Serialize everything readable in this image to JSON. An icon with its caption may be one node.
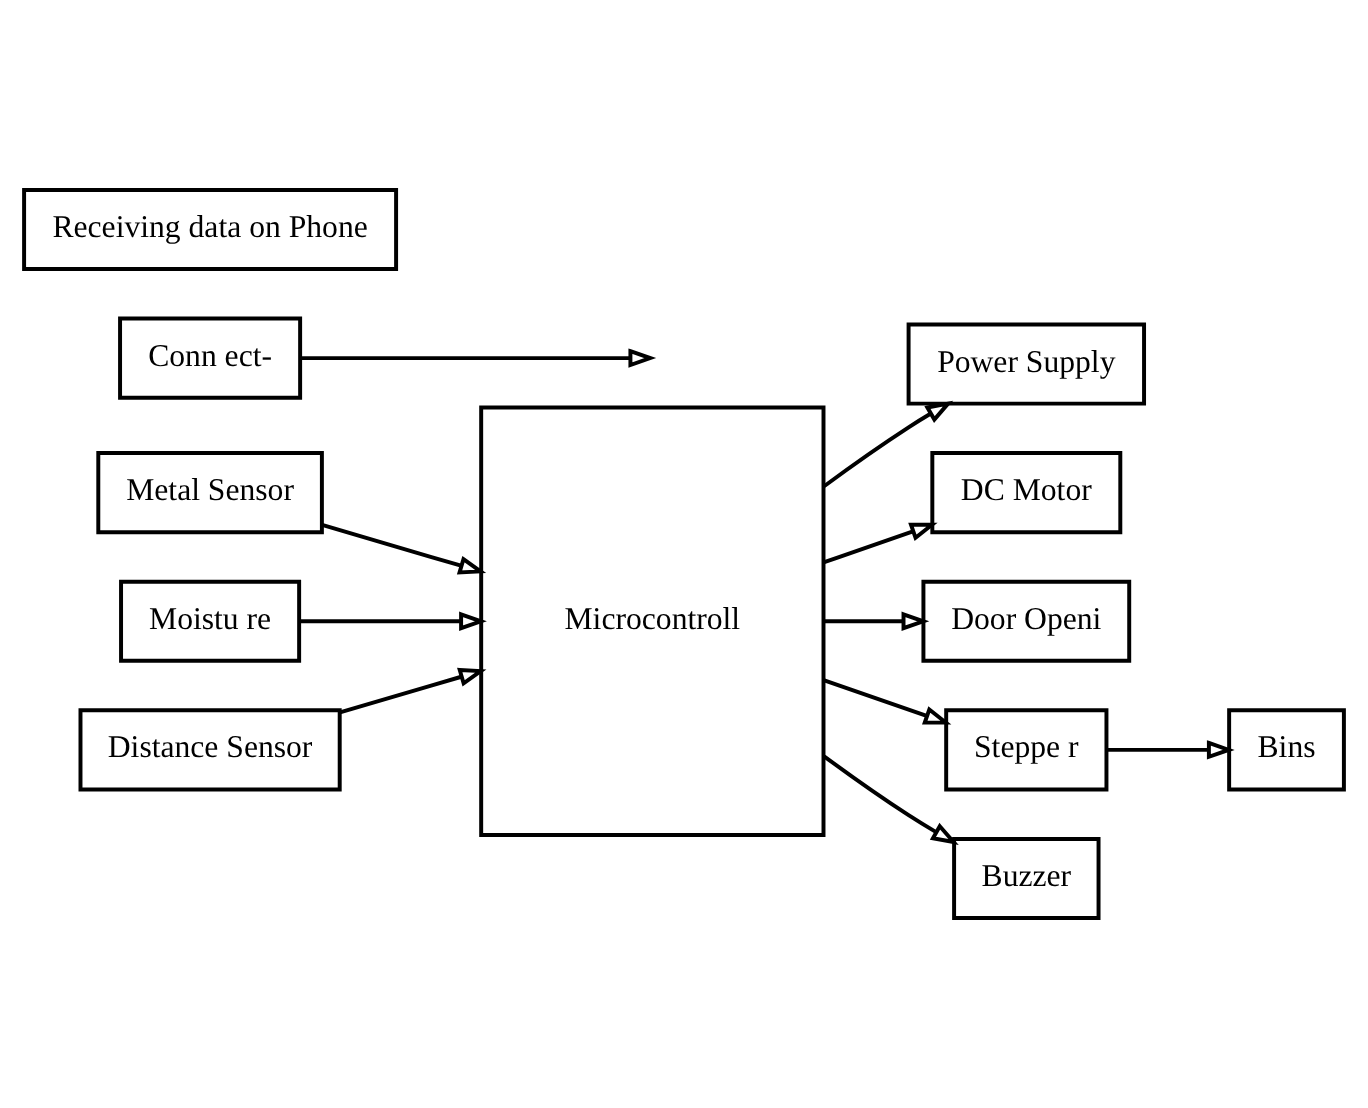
{
  "diagram": {
    "nodes": [
      {
        "text": [
          "Power Supply"
        ]
      },
      {
        "text": [
          "Conn ect-"
        ]
      },
      {
        "text": [
          "Metal Sensor"
        ]
      },
      {
        "text": [
          "Microcontroll"
        ]
      },
      {
        "text": [
          "DC Motor"
        ]
      },
      {
        "text": [
          "Moistu re"
        ]
      },
      {
        "text": [
          "Door Openi"
        ]
      },
      {
        "text": [
          "Distance Sensor"
        ]
      },
      {
        "text": [
          "Steppe r"
        ]
      },
      {
        "text": [
          "Bins"
        ]
      },
      {
        "text": [
          "Buzzer"
        ]
      },
      {
        "text": [
          "Receiving data on Phone"
        ]
      }
    ],
    "edges": [
      {
        "from": 3,
        "to": 0,
        "arrow": "to"
      },
      {
        "from": 1,
        "to": null,
        "arrow": "to"
      },
      {
        "from": 2,
        "to": 3,
        "arrow": "to"
      },
      {
        "from": 3,
        "to": 4,
        "arrow": "to"
      },
      {
        "from": 5,
        "to": 3,
        "arrow": "to"
      },
      {
        "from": 3,
        "to": 6,
        "arrow": "to"
      },
      {
        "from": 7,
        "to": 3,
        "arrow": "to"
      },
      {
        "from": 3,
        "to": 8,
        "arrow": "to"
      },
      {
        "from": 8,
        "to": 9,
        "arrow": "to"
      },
      {
        "from": 3,
        "to": 10,
        "arrow": "to"
      }
    ]
  }
}
